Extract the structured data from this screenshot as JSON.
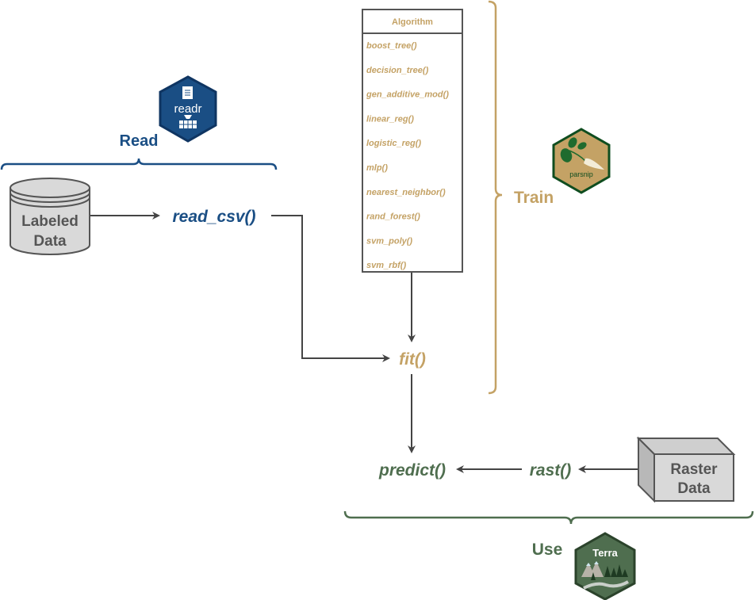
{
  "colors": {
    "read": "#1a4e84",
    "train": "#c4a265",
    "use": "#4f6e4f",
    "arrow": "#444444",
    "box_border": "#555555",
    "storage_fill": "#d9d9d9",
    "storage_text": "#555555"
  },
  "read": {
    "label": "Read",
    "logo_text": "readr",
    "function": "read_csv()"
  },
  "labeled_data": {
    "line1": "Labeled",
    "line2": "Data"
  },
  "algorithm": {
    "header": "Algorithm",
    "items": [
      "boost_tree()",
      "decision_tree()",
      "gen_additive_mod()",
      "linear_reg()",
      "logistic_reg()",
      "mlp()",
      "nearest_neighbor()",
      "rand_forest()",
      "svm_poly()",
      "svm_rbf()"
    ]
  },
  "train": {
    "label": "Train",
    "logo_text": "parsnip",
    "function": "fit()"
  },
  "use": {
    "label": "Use",
    "logo_text": "Terra",
    "predict": "predict()",
    "rast": "rast()"
  },
  "raster_data": {
    "line1": "Raster",
    "line2": "Data"
  }
}
